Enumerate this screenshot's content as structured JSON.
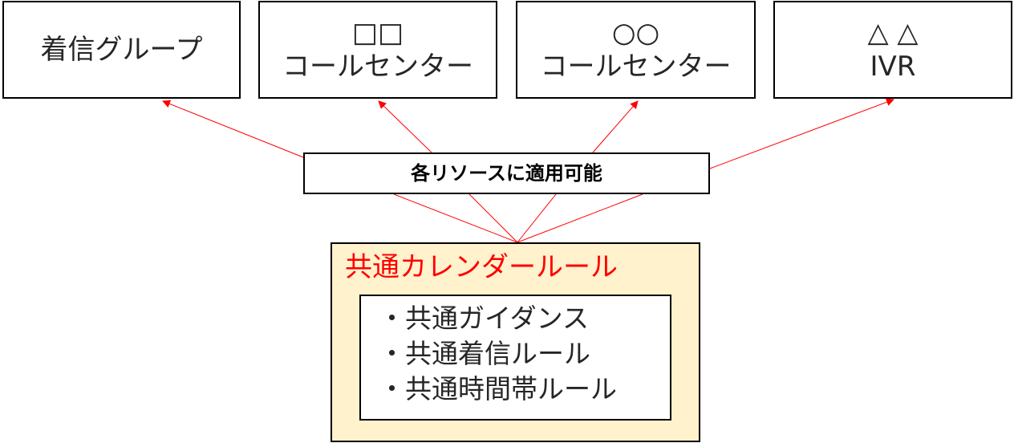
{
  "colors": {
    "arrow": "#ff0000",
    "calendar_fill": "#fff2cc",
    "calendar_title": "#ff0000",
    "border": "#000000"
  },
  "resources": [
    {
      "lines": [
        "着信グループ"
      ]
    },
    {
      "lines": [
        "□□",
        "コールセンター"
      ]
    },
    {
      "lines": [
        "○○",
        "コールセンター"
      ]
    },
    {
      "lines": [
        "△ △",
        "IVR"
      ]
    }
  ],
  "apply_label": "各リソースに適用可能",
  "calendar": {
    "title": "共通カレンダールール",
    "items": [
      "・共通ガイダンス",
      "・共通着信ルール",
      "・共通時間帯ルール"
    ]
  }
}
